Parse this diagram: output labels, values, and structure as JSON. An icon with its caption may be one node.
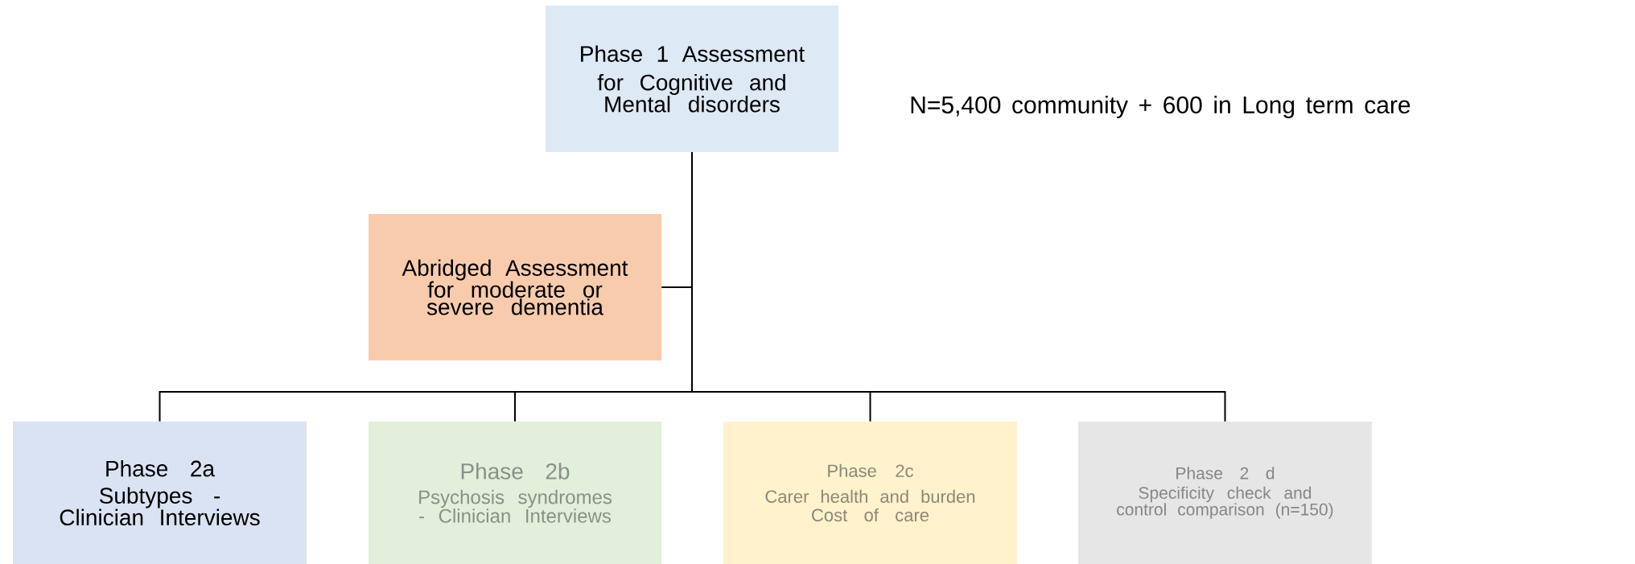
{
  "diagram": {
    "nodes": [
      {
        "text": [
          "Phase 1 Assessment",
          "for Cognitive and Mental disorders"
        ]
      },
      {
        "text": [
          "Abridged Assessment for moderate or severe dementia"
        ]
      },
      {
        "text": [
          "Phase 2a",
          "Subtypes - Clinician Interviews"
        ]
      },
      {
        "text": [
          "Phase 2b",
          "Psychosis syndromes - Clinician Interviews"
        ]
      },
      {
        "text": [
          "Phase 2c",
          "Carer health and burden",
          "Cost of care"
        ]
      },
      {
        "text": [
          "Phase 2 d",
          "Specificity check and control comparison (n=150)"
        ]
      }
    ],
    "edges": [
      {
        "from": 0,
        "to": 1,
        "arrow": "none"
      },
      {
        "from": 0,
        "to": 2,
        "arrow": "none"
      },
      {
        "from": 0,
        "to": 3,
        "arrow": "none"
      },
      {
        "from": 0,
        "to": 4,
        "arrow": "none"
      },
      {
        "from": 0,
        "to": 5,
        "arrow": "none"
      }
    ],
    "labels": [
      "N=5,400 community + 600 in Long term care"
    ]
  }
}
